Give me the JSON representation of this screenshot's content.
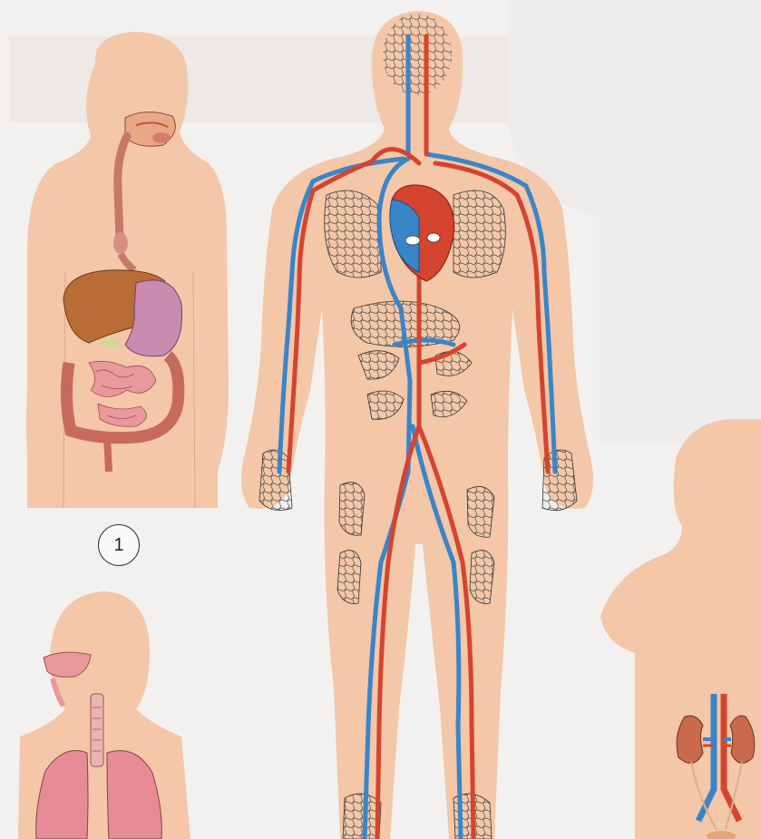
{
  "diagram": {
    "panel_number": "1",
    "colors": {
      "skin": "#f3c7a8",
      "artery": "#d4442e",
      "vein": "#3a85c8",
      "organ_pink": "#e7999c",
      "liver": "#b86d35",
      "stomach": "#c98bb0",
      "background": "#f3f1ef"
    },
    "panels": [
      {
        "id": "digestive-system",
        "icons": [
          "mouth-icon",
          "esophagus-icon",
          "liver-icon",
          "stomach-icon",
          "intestine-icon"
        ]
      },
      {
        "id": "circulatory-system",
        "icons": [
          "heart-icon",
          "lungs-icon",
          "artery-icon",
          "vein-icon"
        ]
      },
      {
        "id": "respiratory-system",
        "icons": [
          "nasal-cavity-icon",
          "trachea-icon",
          "lung-icon"
        ]
      },
      {
        "id": "excretory-system",
        "icons": [
          "kidney-icon",
          "aorta-icon",
          "vena-cava-icon"
        ]
      }
    ]
  }
}
